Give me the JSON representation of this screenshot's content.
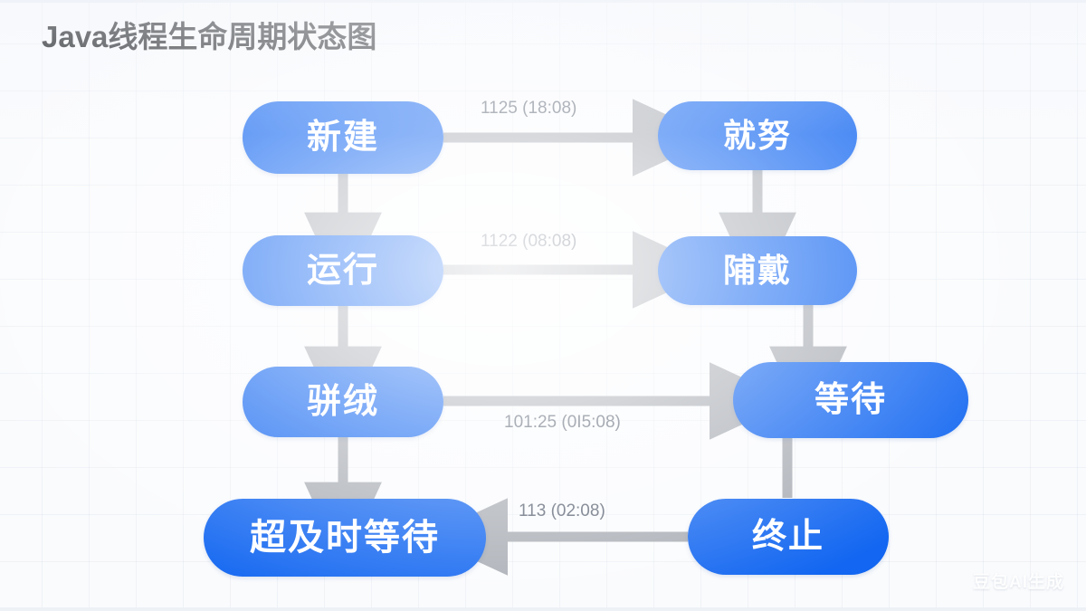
{
  "page": {
    "title": "Java线程生命周期状态图",
    "watermark": "豆包AI生成",
    "background_color": "#fafbfd",
    "node_color": "#1266f1",
    "node_text_color": "#ffffff",
    "arrow_color": "#a9adb4",
    "edge_label_color": "#5b6473",
    "title_color": "#181a1d"
  },
  "diagram": {
    "type": "state-diagram",
    "nodes": [
      {
        "id": "new",
        "label": "新建",
        "column": "left",
        "row": 1
      },
      {
        "id": "ready",
        "label": "就努",
        "column": "right",
        "row": 1
      },
      {
        "id": "running",
        "label": "运行",
        "column": "left",
        "row": 2
      },
      {
        "id": "blocked",
        "label": "陠戴",
        "column": "right",
        "row": 2
      },
      {
        "id": "sleep",
        "label": "骈绒",
        "column": "left",
        "row": 3
      },
      {
        "id": "waiting",
        "label": "等待",
        "column": "right",
        "row": 3
      },
      {
        "id": "timed",
        "label": "超及时等待",
        "column": "left",
        "row": 4
      },
      {
        "id": "terminated",
        "label": "终止",
        "column": "right",
        "row": 4
      }
    ],
    "edges": [
      {
        "from": "new",
        "to": "ready",
        "label": "1125 (18:08)",
        "direction": "right"
      },
      {
        "from": "new",
        "to": "running",
        "label": "",
        "direction": "down"
      },
      {
        "from": "ready",
        "to": "blocked",
        "label": "",
        "direction": "down"
      },
      {
        "from": "running",
        "to": "blocked",
        "label": "1122 (08:08)",
        "direction": "right"
      },
      {
        "from": "running",
        "to": "sleep",
        "label": "",
        "direction": "down"
      },
      {
        "from": "blocked",
        "to": "waiting",
        "label": "",
        "direction": "down"
      },
      {
        "from": "sleep",
        "to": "waiting",
        "label": "101:25 (0I5:08)",
        "direction": "right"
      },
      {
        "from": "sleep",
        "to": "timed",
        "label": "",
        "direction": "down"
      },
      {
        "from": "waiting",
        "to": "terminated",
        "label": "",
        "direction": "down"
      },
      {
        "from": "terminated",
        "to": "timed",
        "label": "113 (02:08)",
        "direction": "left"
      }
    ]
  }
}
